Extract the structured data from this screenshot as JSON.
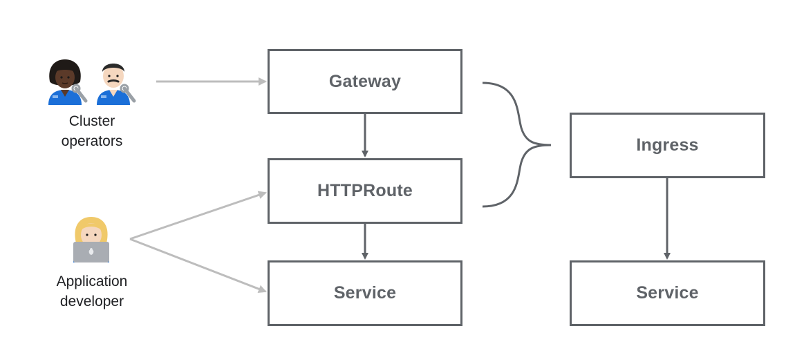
{
  "boxes": {
    "gateway": "Gateway",
    "httproute": "HTTPRoute",
    "service_left": "Service",
    "ingress": "Ingress",
    "service_right": "Service"
  },
  "actors": {
    "cluster_operators": {
      "line1": "Cluster",
      "line2": "operators",
      "icons": [
        "person-with-wrench-dark-skin-icon",
        "man-with-wrench-light-skin-icon"
      ]
    },
    "application_developer": {
      "line1": "Application",
      "line2": "developer",
      "icons": [
        "woman-with-laptop-icon"
      ]
    }
  },
  "colors": {
    "box_border": "#5f6368",
    "box_text": "#5f6368",
    "flow_arrow": "#5f6368",
    "actor_arrow": "#bdbdbd",
    "actor_text": "#202124"
  }
}
